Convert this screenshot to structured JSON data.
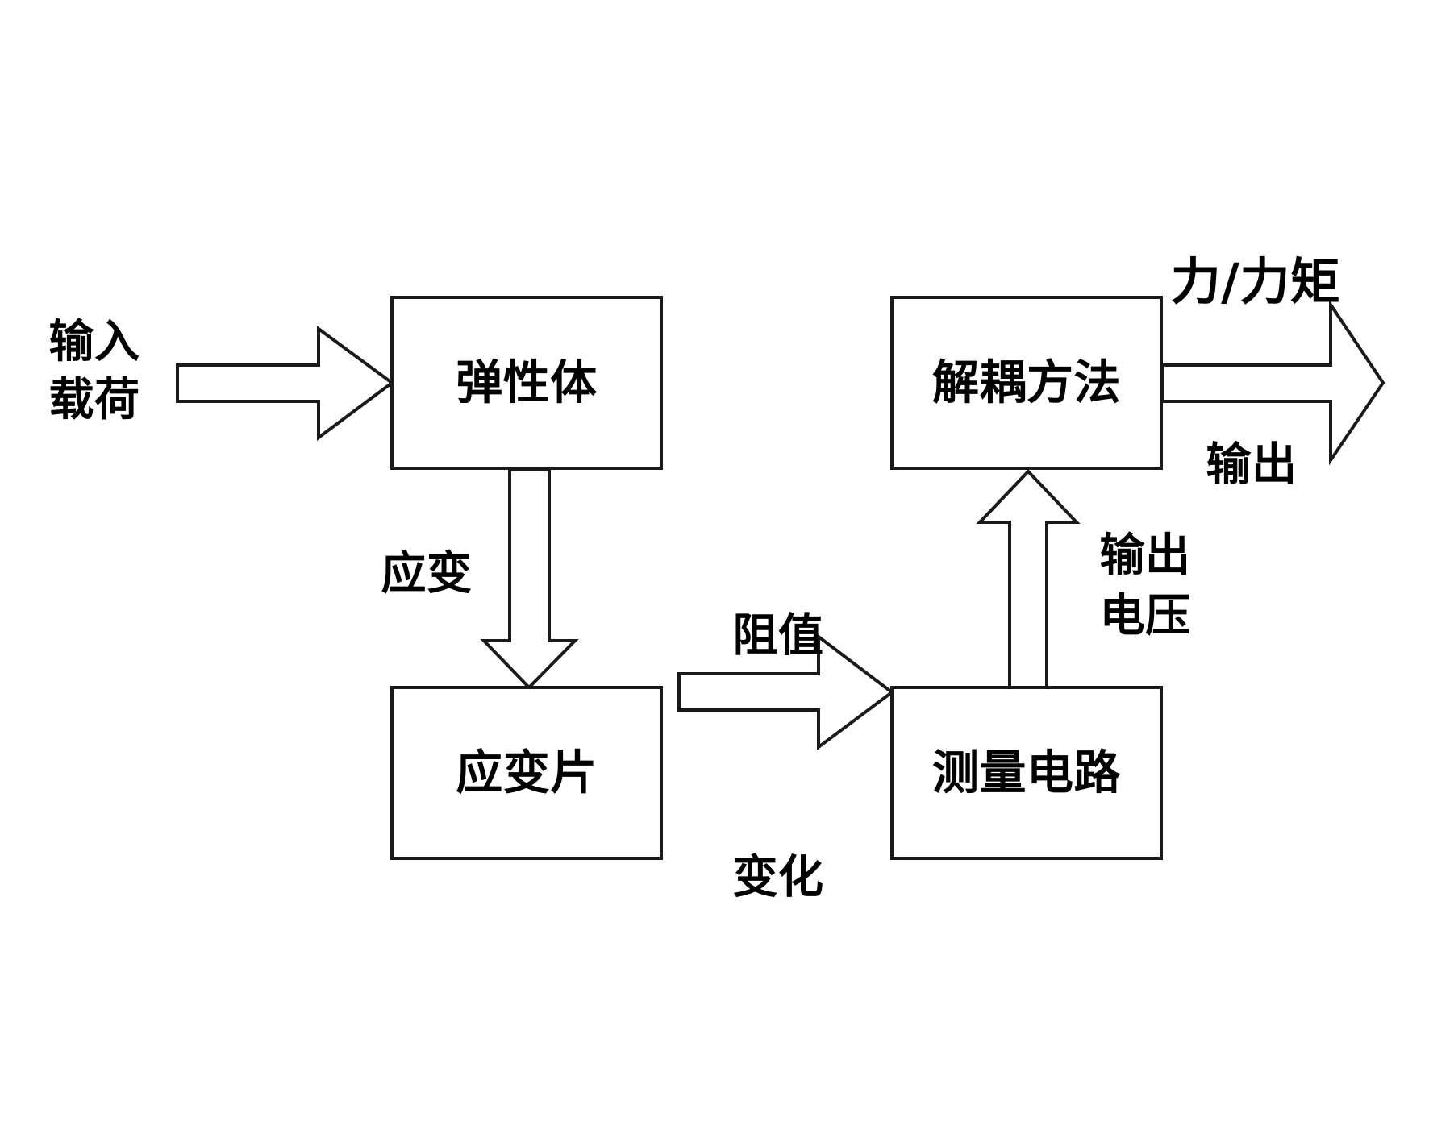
{
  "diagram": {
    "type": "flow-block-diagram",
    "title": "",
    "background_color": "#ffffff",
    "stroke_color": "#1a1a1a",
    "text_color": "#000000",
    "nodes": [
      {
        "id": "elastic_body",
        "label": "弹性体",
        "meaning": "Elastic body"
      },
      {
        "id": "strain_gauge",
        "label": "应变片",
        "meaning": "Strain gauge"
      },
      {
        "id": "measuring_circuit",
        "label": "测量电路",
        "meaning": "Measuring circuit"
      },
      {
        "id": "decoupling_method",
        "label": "解耦方法",
        "meaning": "Decoupling method"
      }
    ],
    "edges": [
      {
        "id": "input_to_elastic",
        "from": "input",
        "to": "elastic_body",
        "direction": "right",
        "label_above": "",
        "label_left": "输入\n载荷",
        "label_below": ""
      },
      {
        "id": "elastic_to_gauge",
        "from": "elastic_body",
        "to": "strain_gauge",
        "direction": "down",
        "label_left": "应变"
      },
      {
        "id": "gauge_to_circuit",
        "from": "strain_gauge",
        "to": "measuring_circuit",
        "direction": "right",
        "label_above": "阻值",
        "label_below": "变化"
      },
      {
        "id": "circuit_to_decoupling",
        "from": "measuring_circuit",
        "to": "decoupling_method",
        "direction": "up",
        "label_right": "输出\n电压"
      },
      {
        "id": "decoupling_to_output",
        "from": "decoupling_method",
        "to": "output",
        "direction": "right",
        "label_above": "力/力矩",
        "label_below": "输出"
      }
    ],
    "labels": {
      "input_load_line1": "输入",
      "input_load_line2": "载荷",
      "strain": "应变",
      "resistance_value": "阻值",
      "change": "变化",
      "output_voltage_line1": "输出",
      "output_voltage_line2": "电压",
      "force_torque": "力/力矩",
      "output": "输出"
    }
  }
}
